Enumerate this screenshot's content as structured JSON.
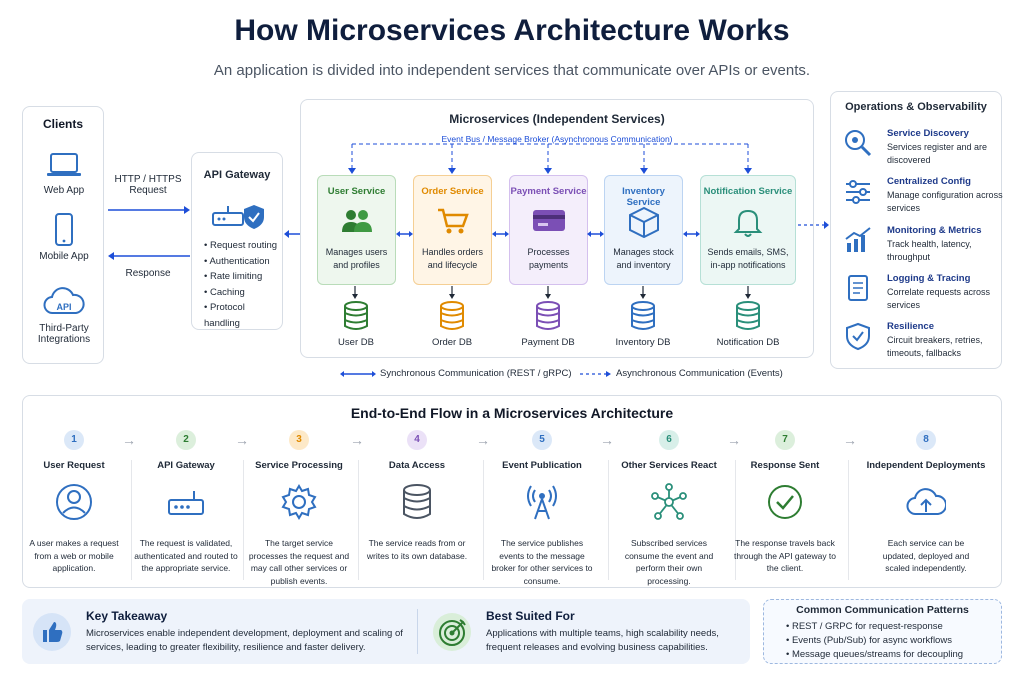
{
  "header": {
    "title": "How Microservices Architecture Works",
    "subtitle": "An application is divided into independent services that communicate over APIs or events."
  },
  "clients": {
    "title": "Clients",
    "items": [
      {
        "label": "Web App",
        "icon": "laptop-icon"
      },
      {
        "label": "Mobile App",
        "icon": "phone-icon"
      },
      {
        "label": "Third-Party Integrations",
        "icon": "cloud-api-icon",
        "badge": "API"
      }
    ]
  },
  "arrows": {
    "request": "HTTP / HTTPS Request",
    "response": "Response"
  },
  "gateway": {
    "title": "API Gateway",
    "features": [
      "Request routing",
      "Authentication",
      "Rate limiting",
      "Caching",
      "Protocol handling"
    ]
  },
  "microservices": {
    "title": "Microservices (Independent Services)",
    "bus_label": "Event Bus / Message Broker (Asynchronous Communication)",
    "services": [
      {
        "name": "User Service",
        "desc": "Manages users and profiles",
        "db": "User DB",
        "color": "#2e7d32",
        "bg": "#eef7ee"
      },
      {
        "name": "Order Service",
        "desc": "Handles orders and lifecycle",
        "db": "Order DB",
        "color": "#e08a00",
        "bg": "#fff5e6"
      },
      {
        "name": "Payment Service",
        "desc": "Processes payments",
        "db": "Payment DB",
        "color": "#7b4fb5",
        "bg": "#f4eefb"
      },
      {
        "name": "Inventory Service",
        "desc": "Manages stock and inventory",
        "db": "Inventory DB",
        "color": "#2f6fc0",
        "bg": "#edf4fc"
      },
      {
        "name": "Notification Service",
        "desc": "Sends emails, SMS, in-app notifications",
        "db": "Notification DB",
        "color": "#2a8f7a",
        "bg": "#ecf7f4"
      }
    ],
    "legend_sync": "Synchronous Communication (REST / gRPC)",
    "legend_async": "Asynchronous Communication (Events)"
  },
  "operations": {
    "title": "Operations & Observability",
    "items": [
      {
        "title": "Service Discovery",
        "desc": "Services register and are discovered",
        "icon": "discovery-icon"
      },
      {
        "title": "Centralized Config",
        "desc": "Manage configuration across services",
        "icon": "sliders-icon"
      },
      {
        "title": "Monitoring & Metrics",
        "desc": "Track health, latency, throughput",
        "icon": "chart-icon"
      },
      {
        "title": "Logging & Tracing",
        "desc": "Correlate requests across services",
        "icon": "log-icon"
      },
      {
        "title": "Resilience",
        "desc": "Circuit breakers, retries, timeouts, fallbacks",
        "icon": "shield-icon"
      }
    ]
  },
  "flow": {
    "title": "End-to-End Flow in a Microservices Architecture",
    "steps": [
      {
        "num": "1",
        "title": "User Request",
        "desc": "A user makes a request from a web or mobile application.",
        "icon": "user-icon",
        "color": "#2f6fc0",
        "bg": "#dbe8f8"
      },
      {
        "num": "2",
        "title": "API Gateway",
        "desc": "The request is validated, authenticated and routed to the appropriate service.",
        "icon": "router-icon",
        "color": "#2e7d32",
        "bg": "#dcefdc"
      },
      {
        "num": "3",
        "title": "Service Processing",
        "desc": "The target service processes the request and may call other services or publish events.",
        "icon": "gear-icon",
        "color": "#e08a00",
        "bg": "#fde9c8"
      },
      {
        "num": "4",
        "title": "Data Access",
        "desc": "The service reads from or writes to its own database.",
        "icon": "database-icon",
        "color": "#7b4fb5",
        "bg": "#ebe1f7"
      },
      {
        "num": "5",
        "title": "Event Publication",
        "desc": "The service publishes events to the message broker for other services to consume.",
        "icon": "broadcast-icon",
        "color": "#2f6fc0",
        "bg": "#dbe8f8"
      },
      {
        "num": "6",
        "title": "Other Services React",
        "desc": "Subscribed services consume the event and perform their own processing.",
        "icon": "network-icon",
        "color": "#2a8f7a",
        "bg": "#d8efe9"
      },
      {
        "num": "7",
        "title": "Response Sent",
        "desc": "The response travels back through the API gateway to the client.",
        "icon": "check-icon",
        "color": "#2e7d32",
        "bg": "#dcefdc"
      },
      {
        "num": "8",
        "title": "Independent Deployments",
        "desc": "Each service can be updated, deployed and scaled independently.",
        "icon": "cloud-upload-icon",
        "color": "#2f6fc0",
        "bg": "#dbe8f8"
      }
    ]
  },
  "takeaway": {
    "title": "Key Takeaway",
    "desc": "Microservices enable independent development, deployment and scaling of services, leading to greater flexibility, resilience and faster delivery.",
    "icon": "thumbs-up-icon"
  },
  "best_for": {
    "title": "Best Suited For",
    "desc": "Applications with multiple teams, high scalability needs, frequent releases and evolving business capabilities.",
    "icon": "target-icon"
  },
  "patterns": {
    "title": "Common Communication Patterns",
    "items": [
      "REST / GRPC for request-response",
      "Events (Pub/Sub) for async workflows",
      "Message queues/streams for decoupling"
    ]
  }
}
